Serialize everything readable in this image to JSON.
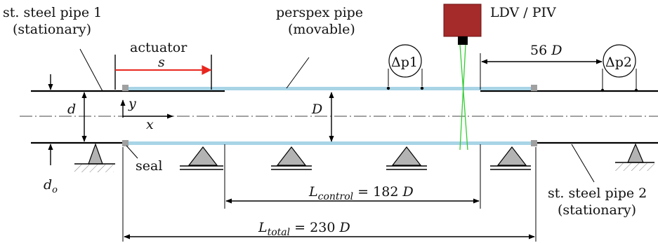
{
  "labels": {
    "pipe1_line1": "st. steel pipe 1",
    "pipe1_line2": "(stationary)",
    "actuator": "actuator",
    "s": "s",
    "perspex_line1": "perspex pipe",
    "perspex_line2": "(movable)",
    "ldv": "LDV / PIV",
    "dp1_main": "Δp",
    "dp1_sub": "1",
    "dp2_main": "Δp",
    "dp2_sub": "2",
    "dist56": "56",
    "dist56_unit": "D",
    "d": "d",
    "D": "D",
    "y": "y",
    "x": "x",
    "do_main": "d",
    "do_sub": "o",
    "seal": "seal",
    "lcontrol_main": "L",
    "lcontrol_sub": "control",
    "lcontrol_value": " = 182",
    "lcontrol_unit": "D",
    "ltotal_main": "L",
    "ltotal_sub": "total",
    "ltotal_value": " = 230",
    "ltotal_unit": "D",
    "pipe2_line1": "st. steel pipe 2",
    "pipe2_line2": "(stationary)"
  },
  "colors": {
    "perspex": "#a8d4e6",
    "actuator_arrow": "#e8261e",
    "ldv_box": "#a52a2a",
    "laser": "#33cc33",
    "support": "#b3b3b3",
    "seal": "#a0a0a0"
  }
}
